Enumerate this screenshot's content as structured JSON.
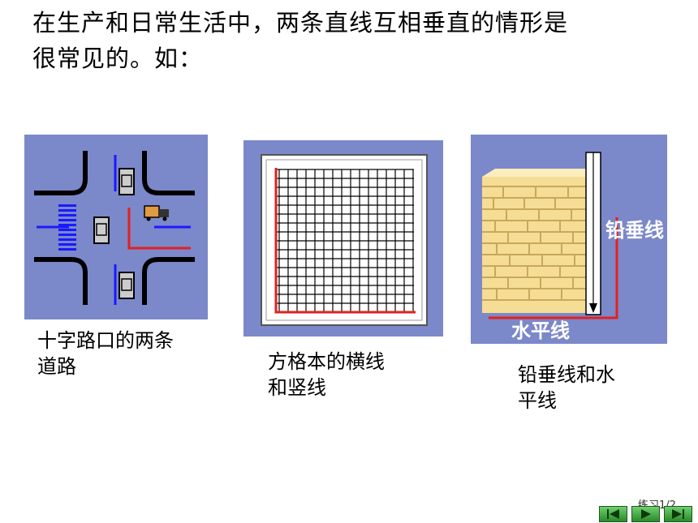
{
  "heading": {
    "line1": "在生产和日常生活中，两条直线互相垂直的情形是",
    "line2": "很常见的。如："
  },
  "pictures": {
    "road": {
      "caption_line1": "十字路口的两条",
      "caption_line2": "道路"
    },
    "grid": {
      "caption_line1": "方格本的横线",
      "caption_line2": "和竖线"
    },
    "wall": {
      "caption_line1": "铅垂线和水",
      "caption_line2": "平线",
      "label_vertical": "铅垂线",
      "label_horizontal": "水平线"
    }
  },
  "footer": {
    "text": "练习1/2"
  },
  "colors": {
    "panel": "#7b88c9",
    "perpendicular": "#e32020",
    "road": "#000000",
    "lane_blue": "#1a1aff",
    "brick": "#f5dd95",
    "nav_green": "#3aa83a"
  },
  "icons": {
    "prev": "prev-triangle-icon",
    "play": "play-triangle-icon",
    "next": "next-skip-icon"
  }
}
